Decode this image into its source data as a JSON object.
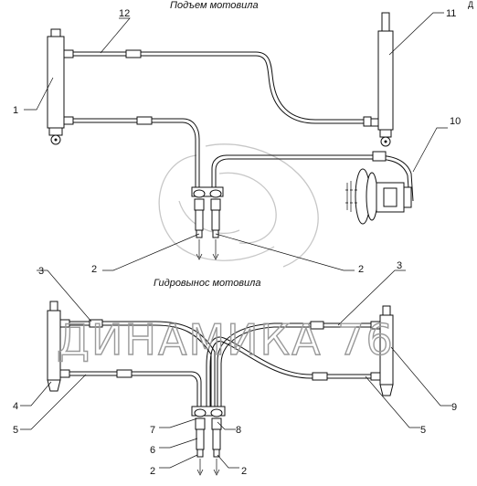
{
  "captions": {
    "top": "Подъем мотовила",
    "bottom": "Гидровынос мотовила",
    "corner": "Д"
  },
  "callouts": {
    "c1": "1",
    "c2a": "2",
    "c2b": "2",
    "c2c": "2",
    "c2d": "2",
    "c3a": "3",
    "c3b": "3",
    "c4": "4",
    "c5a": "5",
    "c5b": "5",
    "c6": "6",
    "c7": "7",
    "c8": "8",
    "c9": "9",
    "c10": "10",
    "c11": "11",
    "c12": "12"
  },
  "watermark": {
    "text": "ДИНАМИКА 76"
  }
}
